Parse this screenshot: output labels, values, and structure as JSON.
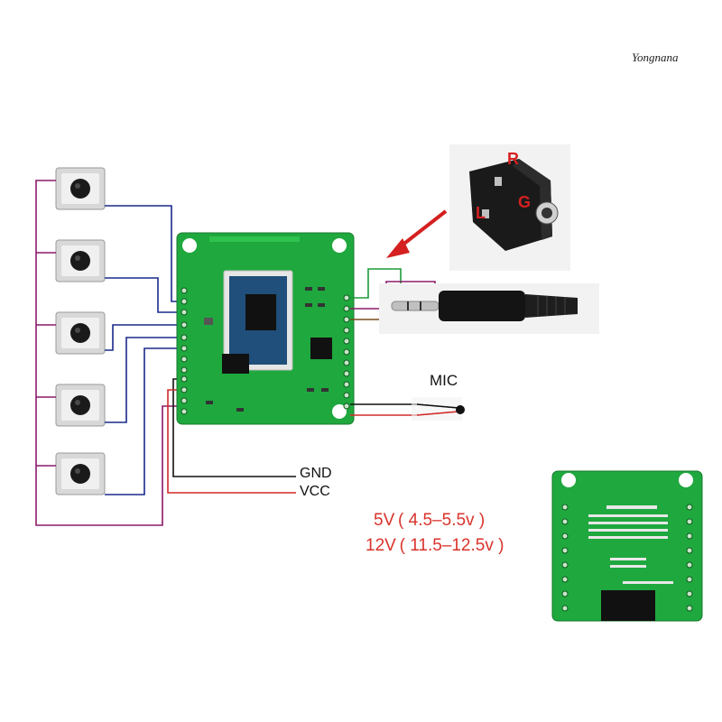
{
  "watermark": "Yongnana",
  "labels": {
    "mic": "MIC",
    "gnd": "GND",
    "vcc": "VCC",
    "voltage_5v": "5V ( 4.5–5.5v )",
    "voltage_12v": "12V ( 11.5–12.5v )"
  },
  "audio_jack": {
    "pin_r": "R",
    "pin_l": "L",
    "pin_g": "G"
  },
  "buttons": [
    {
      "id": "button-1"
    },
    {
      "id": "button-2"
    },
    {
      "id": "button-3"
    },
    {
      "id": "button-4"
    },
    {
      "id": "button-5"
    }
  ],
  "colors": {
    "pcb_green": "#1fa83e",
    "wire_blue": "#1a2a8c",
    "wire_purple": "#8a1a6a",
    "wire_red": "#d22a2a",
    "wire_black": "#111111",
    "wire_green": "#1d9a3a",
    "wire_brown": "#7a4a1a",
    "label_red": "#d9332b"
  }
}
